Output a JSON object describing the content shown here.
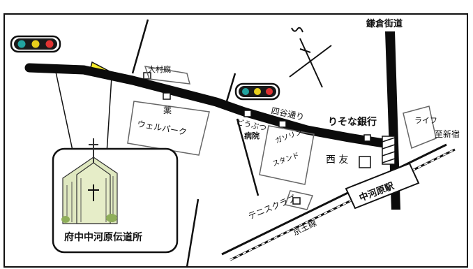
{
  "map": {
    "roads": {
      "kamakura_kaido": "鎌倉街道",
      "yotsuya_dori": "四谷通り",
      "keio_line": "京王線",
      "to_shinjuku": "至新宿"
    },
    "landmarks": {
      "omura_tei": "大村廐",
      "pharmacy_mark": "薬",
      "pharmacy_name": "ウェルパーク",
      "zoo_hospital_1": "どうぶつ",
      "zoo_hospital_2": "病院",
      "gas_1": "ガソリン",
      "gas_2": "スタンド",
      "resona": "りそな銀行",
      "life": "ライフ",
      "seiyu": "西 友",
      "tennis": "テニスクラブ",
      "station": "中河原駅"
    },
    "church": {
      "name": "府中中河原伝道所"
    }
  }
}
